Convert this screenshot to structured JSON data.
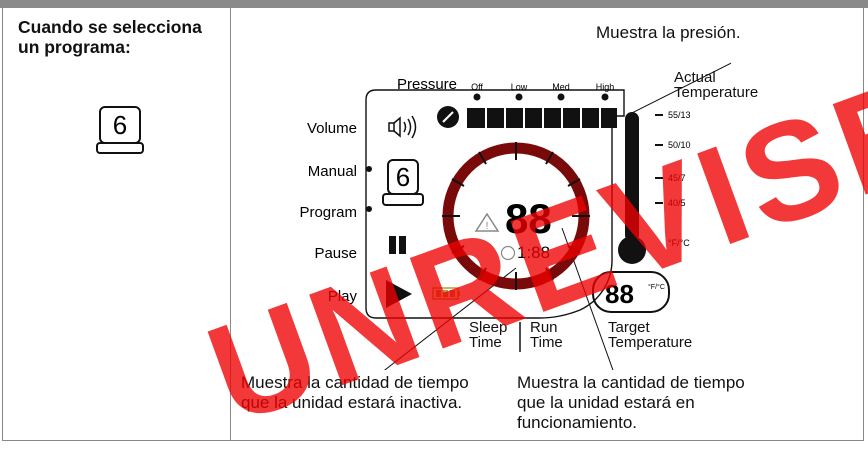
{
  "left_panel": {
    "heading": "Cuando se selecciona un programa:",
    "program_digit": "6"
  },
  "callouts": {
    "pressure": "Muestra la presión.",
    "sleep": "Muestra la cantidad de tiempo que la unidad estará inactiva.",
    "run": "Muestra la cantidad de tiempo que la unidad estará en funcionamiento."
  },
  "display": {
    "pressure_label": "Pressure",
    "pressure_levels": [
      "Off",
      "Low",
      "Med",
      "High"
    ],
    "actual_temp_label": "Actual Temperature",
    "temp_scale": [
      "55/13",
      "50/10",
      "45/7",
      "40/5"
    ],
    "temp_units": "°F/°C",
    "side_labels": {
      "volume": "Volume",
      "manual": "Manual",
      "program": "Program",
      "pause": "Pause",
      "play": "Play"
    },
    "program_digit": "6",
    "main_digits": "88",
    "timer_digits": "1:88",
    "target_digits": "88",
    "target_unit": "°F/°C",
    "sleep_time_label": "Sleep Time",
    "run_time_label": "Run Time",
    "target_temp_label": "Target Temperature"
  },
  "watermark": "UNREVISED"
}
